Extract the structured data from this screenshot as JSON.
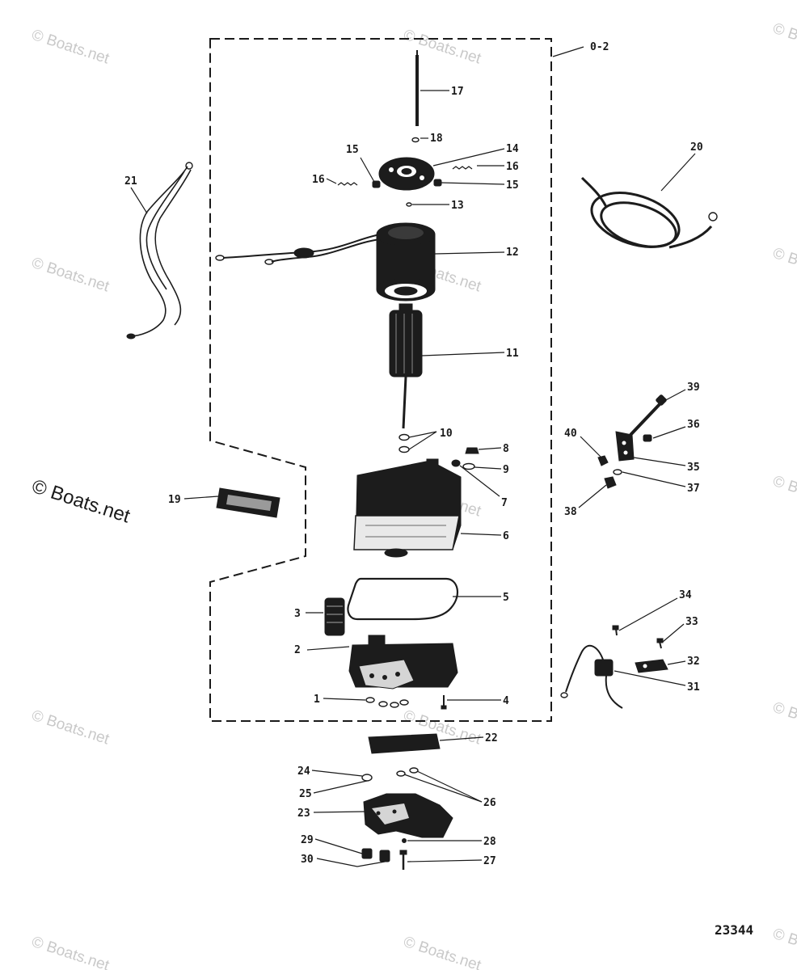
{
  "callouts": [
    {
      "id": "c-0-2",
      "text": "0-2"
    },
    {
      "id": "c-17",
      "text": "17"
    },
    {
      "id": "c-18",
      "text": "18"
    },
    {
      "id": "c-14",
      "text": "14"
    },
    {
      "id": "c-15a",
      "text": "15"
    },
    {
      "id": "c-15b",
      "text": "15"
    },
    {
      "id": "c-16a",
      "text": "16"
    },
    {
      "id": "c-16b",
      "text": "16"
    },
    {
      "id": "c-13",
      "text": "13"
    },
    {
      "id": "c-12",
      "text": "12"
    },
    {
      "id": "c-11",
      "text": "11"
    },
    {
      "id": "c-10",
      "text": "10"
    },
    {
      "id": "c-8",
      "text": "8"
    },
    {
      "id": "c-9",
      "text": "9"
    },
    {
      "id": "c-7",
      "text": "7"
    },
    {
      "id": "c-6",
      "text": "6"
    },
    {
      "id": "c-5",
      "text": "5"
    },
    {
      "id": "c-3",
      "text": "3"
    },
    {
      "id": "c-2",
      "text": "2"
    },
    {
      "id": "c-1",
      "text": "1"
    },
    {
      "id": "c-4",
      "text": "4"
    },
    {
      "id": "c-19",
      "text": "19"
    },
    {
      "id": "c-20",
      "text": "20"
    },
    {
      "id": "c-21",
      "text": "21"
    },
    {
      "id": "c-22",
      "text": "22"
    },
    {
      "id": "c-24",
      "text": "24"
    },
    {
      "id": "c-25",
      "text": "25"
    },
    {
      "id": "c-26",
      "text": "26"
    },
    {
      "id": "c-23",
      "text": "23"
    },
    {
      "id": "c-29",
      "text": "29"
    },
    {
      "id": "c-28",
      "text": "28"
    },
    {
      "id": "c-30",
      "text": "30"
    },
    {
      "id": "c-27",
      "text": "27"
    },
    {
      "id": "c-39",
      "text": "39"
    },
    {
      "id": "c-36",
      "text": "36"
    },
    {
      "id": "c-40",
      "text": "40"
    },
    {
      "id": "c-35",
      "text": "35"
    },
    {
      "id": "c-37",
      "text": "37"
    },
    {
      "id": "c-38",
      "text": "38"
    },
    {
      "id": "c-34",
      "text": "34"
    },
    {
      "id": "c-33",
      "text": "33"
    },
    {
      "id": "c-32",
      "text": "32"
    },
    {
      "id": "c-31",
      "text": "31"
    }
  ],
  "figure_number": "23344",
  "watermark": "© Boats.net",
  "watermark_large": "© Boats.net"
}
